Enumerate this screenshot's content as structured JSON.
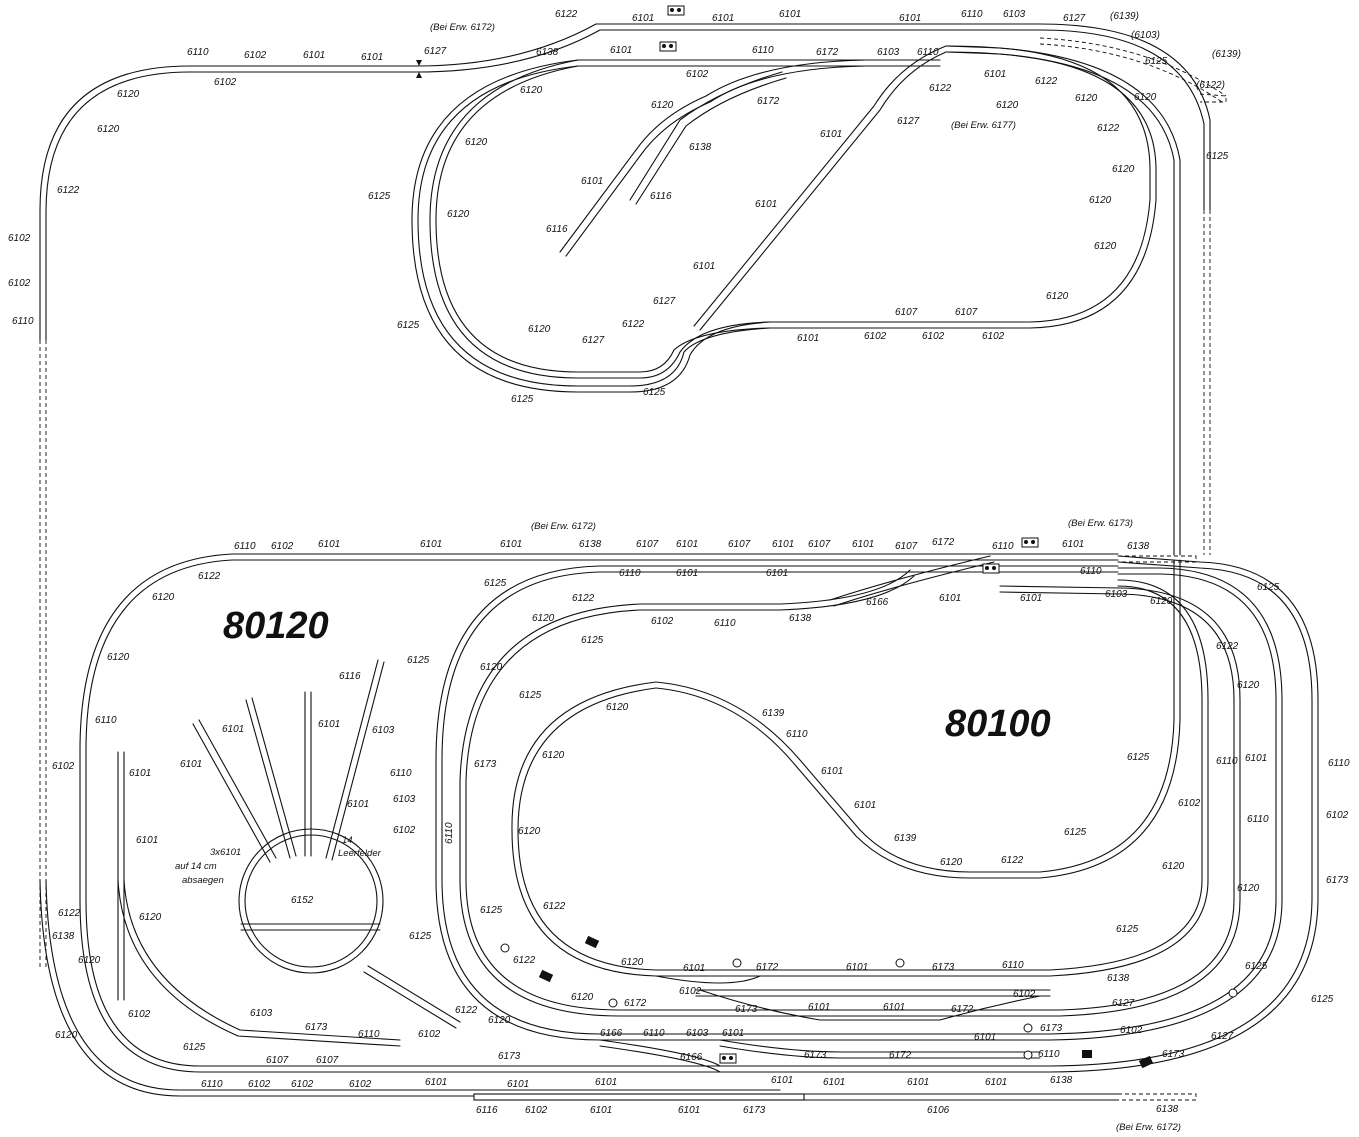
{
  "colors": {
    "track": "#111111",
    "background": "#ffffff"
  },
  "layout_titles": [
    "80120",
    "80100"
  ],
  "track_labels": [
    "6122",
    "6101",
    "6101",
    "6101",
    "6101",
    "6110",
    "6103",
    "6127",
    "(6139)",
    "(Bei Erw. 6172)",
    "(6103)",
    "(6139)",
    "(6122)",
    "6125",
    "6110",
    "6102",
    "6101",
    "6101",
    "6127",
    "6102",
    "6138",
    "6101",
    "6110",
    "6172",
    "6103",
    "6110",
    "6101",
    "6122",
    "6120",
    "6120",
    "6102",
    "6120",
    "6120",
    "6172",
    "6120",
    "6125",
    "6122",
    "6120",
    "6127",
    "(Bei Erw. 6177)",
    "6122",
    "6120",
    "6101",
    "6120",
    "6138",
    "6125",
    "6125",
    "6122",
    "6101",
    "6116",
    "6120",
    "6102",
    "6102",
    "6110",
    "6120",
    "6116",
    "6101",
    "6120",
    "6125",
    "6120",
    "6101",
    "6127",
    "6127",
    "6122",
    "6120",
    "6107",
    "6107",
    "6120",
    "6101",
    "6102",
    "6102",
    "6102",
    "6125",
    "6125",
    "(Bei Erw. 6172)",
    "(Bei Erw. 6173)",
    "6110",
    "6102",
    "6101",
    "6101",
    "6101",
    "6138",
    "6107",
    "6101",
    "6107",
    "6101",
    "6107",
    "6101",
    "6107",
    "6172",
    "6110",
    "6101",
    "6138",
    "6122",
    "6125",
    "6110",
    "6101",
    "6101",
    "6110",
    "6125",
    "6120",
    "6122",
    "6166",
    "6101",
    "6101",
    "6103",
    "6120",
    "6102",
    "6110",
    "6138",
    "6120",
    "6125",
    "6122",
    "6125",
    "6120",
    "80120",
    "6120",
    "6116",
    "6101",
    "6101",
    "6103",
    "6125",
    "6120",
    "6120",
    "6139",
    "6110",
    "80100",
    "6110",
    "6110",
    "6101",
    "6110",
    "6173",
    "6110",
    "6101",
    "6120",
    "6101",
    "6103",
    "6101",
    "6102",
    "6101",
    "6102",
    "6102",
    "6110",
    "6125",
    "6101",
    "6110",
    "6125",
    "6139",
    "6120",
    "6122",
    "6102",
    "6101",
    "3x6101",
    "auf 14 cm",
    "absaegen",
    "6152",
    "14",
    "Leerfelder",
    "6120",
    "6173",
    "6120",
    "6125",
    "6122",
    "6138",
    "6120",
    "6120",
    "6125",
    "6122",
    "6120",
    "6125",
    "6125",
    "6122",
    "6120",
    "6101",
    "6172",
    "6101",
    "6173",
    "6110",
    "6138",
    "6102",
    "6120",
    "6172",
    "6173",
    "6101",
    "6101",
    "6172",
    "6102",
    "6127",
    "6127",
    "6102",
    "6125",
    "6103",
    "6173",
    "6110",
    "6102",
    "6122",
    "6120",
    "6166",
    "6110",
    "6103",
    "6101",
    "6101",
    "6173",
    "6102",
    "6173",
    "6166",
    "6173",
    "6172",
    "6110",
    "6173",
    "6125",
    "6120",
    "6107",
    "6107",
    "6110",
    "6102",
    "6102",
    "6102",
    "6101",
    "6101",
    "6101",
    "6101",
    "6101",
    "6101",
    "6101",
    "6138",
    "6116",
    "6102",
    "6101",
    "6101",
    "6173",
    "6106",
    "6138",
    "(Bei Erw. 6172)"
  ]
}
